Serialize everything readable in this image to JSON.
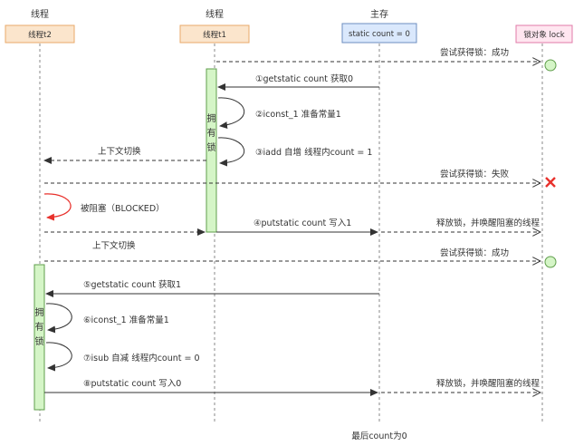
{
  "headers": {
    "t2_top": "线程",
    "t1_top": "线程",
    "main_top": "主存",
    "t2_box": "线程t2",
    "t1_box": "线程t1",
    "main_box": "static count = 0",
    "lock_box": "锁对象 lock"
  },
  "messages": {
    "try_lock_1": "尝试获得锁：成功",
    "step1": "①getstatic count 获取0",
    "step2": "②iconst_1   准备常量1",
    "step3": "③iadd 自增 线程内count = 1",
    "context_switch_1": "上下文切换",
    "try_lock_2": "尝试获得锁：失败",
    "blocked": "被阻塞（BLOCKED）",
    "step4": "④putstatic count 写入1",
    "release_1": "释放锁，并唤醒阻塞的线程",
    "context_switch_2": "上下文切换",
    "try_lock_3": "尝试获得锁：成功",
    "step5": "⑤getstatic count 获取1",
    "step6": "⑥iconst_1   准备常量1",
    "step7": "⑦isub  自减 线程内count = 0",
    "step8": "⑧putstatic count 写入0",
    "release_2": "释放锁，并唤醒阻塞的线程",
    "final": "最后count为0"
  },
  "activations": {
    "t1_lock": "拥有锁",
    "t2_lock": "拥有锁"
  },
  "colors": {
    "thread_box_fill": "#FBE5CC",
    "thread_box_stroke": "#E8A96A",
    "main_box_fill": "#DAE8FC",
    "main_box_stroke": "#6C8EBF",
    "lock_box_fill": "#FFE6F0",
    "lock_box_stroke": "#E07BA8",
    "activation_fill": "#D5F5C7",
    "activation_stroke": "#5F9E4B",
    "success_circle": "#D5F5C7",
    "fail_mark": "#E8312C",
    "blocked_arrow": "#E8312C"
  }
}
